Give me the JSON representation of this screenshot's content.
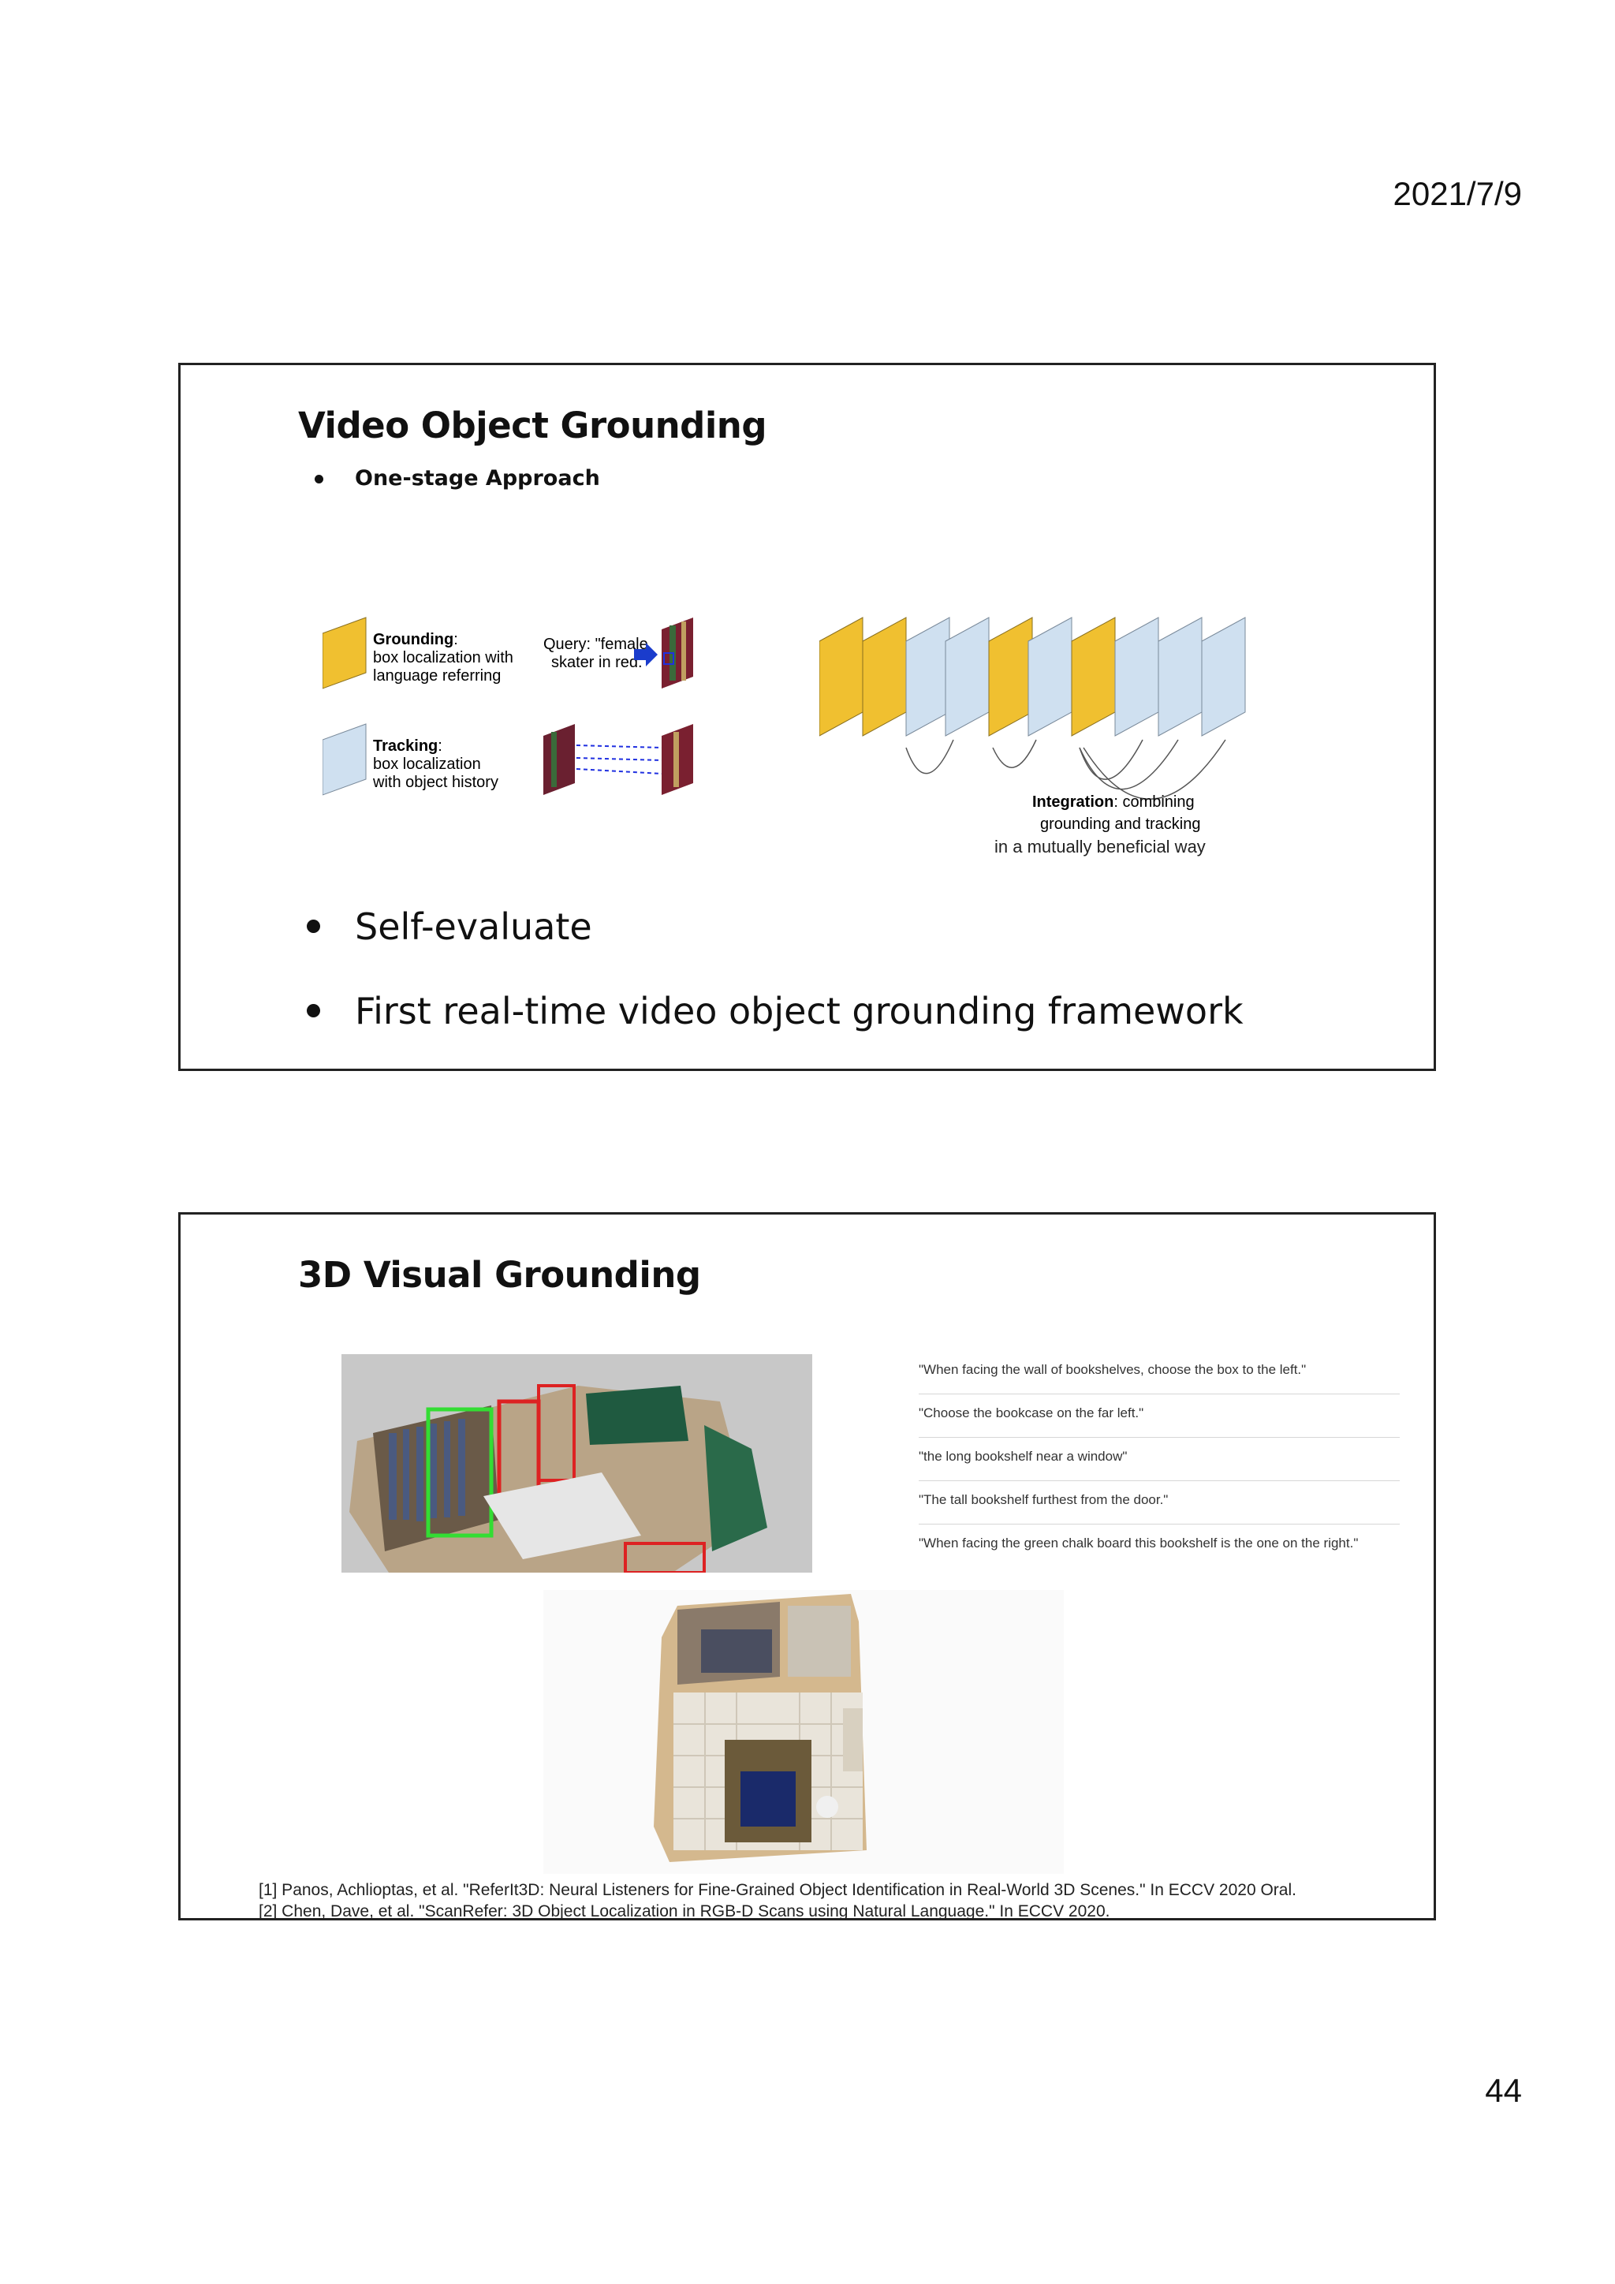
{
  "header": {
    "date": "2021/7/9"
  },
  "footer": {
    "page_number": "44"
  },
  "slide1": {
    "title": "Video Object Grounding",
    "sub_bullet": "One-stage Approach",
    "figure": {
      "grounding_label": "Grounding",
      "grounding_desc_1": "box localization with",
      "grounding_desc_2": "language referring",
      "query_1": "Query: \"female",
      "query_2": "skater in red.\"",
      "tracking_label": "Tracking",
      "tracking_desc_1": "box localization",
      "tracking_desc_2": "with object history",
      "integration_label": "Integration",
      "integration_desc_1": ": combining",
      "integration_desc_2": "grounding and tracking",
      "integration_desc_3": "in a mutually beneficial way"
    },
    "bullets": [
      "Self-evaluate",
      "First real-time video object grounding framework"
    ]
  },
  "slide2": {
    "title": "3D Visual Grounding",
    "quotes": [
      "\"When facing the wall of bookshelves, choose the box to the left.\"",
      "\"Choose the bookcase on the far left.\"",
      "\"the long bookshelf near a window\"",
      "\"The tall bookshelf furthest from the door.\"",
      "\"When facing the green chalk board this bookshelf is the one on the right.\""
    ],
    "references": [
      "[1] Panos, Achlioptas, et al. \"ReferIt3D: Neural Listeners for Fine-Grained Object Identification in Real-World 3D Scenes.\" In ECCV 2020 Oral.",
      "[2] Chen, Dave, et al. \"ScanRefer: 3D Object Localization in RGB-D Scans using Natural Language.\" In ECCV 2020."
    ]
  },
  "colors": {
    "grounding_frame": "#f0c030",
    "tracking_frame": "#cfe0f0",
    "border": "#222222"
  }
}
